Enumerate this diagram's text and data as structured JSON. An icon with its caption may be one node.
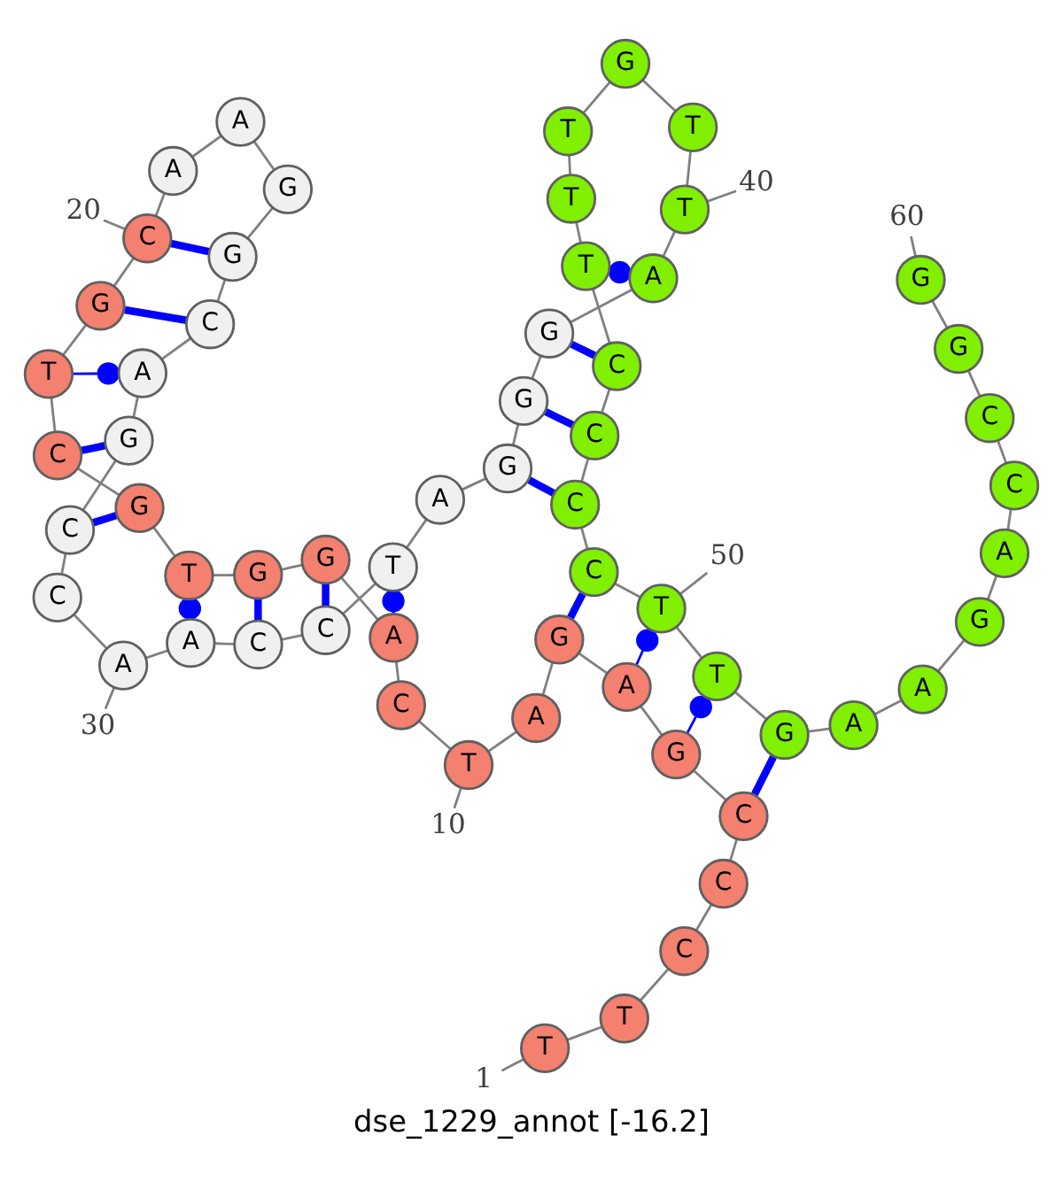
{
  "diagram": {
    "caption": "dse_1229_annot [-16.2]",
    "nodes": [
      {
        "text": [
          "T"
        ]
      },
      {
        "text": [
          "T"
        ]
      },
      {
        "text": [
          "C"
        ]
      },
      {
        "text": [
          "C"
        ]
      },
      {
        "text": [
          "C"
        ]
      },
      {
        "text": [
          "G"
        ]
      },
      {
        "text": [
          "A"
        ]
      },
      {
        "text": [
          "G"
        ]
      },
      {
        "text": [
          "A"
        ]
      },
      {
        "text": [
          "T"
        ]
      },
      {
        "text": [
          "C"
        ]
      },
      {
        "text": [
          "A"
        ]
      },
      {
        "text": [
          "G"
        ]
      },
      {
        "text": [
          "G"
        ]
      },
      {
        "text": [
          "T"
        ]
      },
      {
        "text": [
          "G"
        ]
      },
      {
        "text": [
          "C"
        ]
      },
      {
        "text": [
          "T"
        ]
      },
      {
        "text": [
          "G"
        ]
      },
      {
        "text": [
          "C"
        ]
      },
      {
        "text": [
          "A"
        ]
      },
      {
        "text": [
          "A"
        ]
      },
      {
        "text": [
          "G"
        ]
      },
      {
        "text": [
          "G"
        ]
      },
      {
        "text": [
          "C"
        ]
      },
      {
        "text": [
          "A"
        ]
      },
      {
        "text": [
          "G"
        ]
      },
      {
        "text": [
          "C"
        ]
      },
      {
        "text": [
          "C"
        ]
      },
      {
        "text": [
          "A"
        ]
      },
      {
        "text": [
          "A"
        ]
      },
      {
        "text": [
          "C"
        ]
      },
      {
        "text": [
          "C"
        ]
      },
      {
        "text": [
          "T"
        ]
      },
      {
        "text": [
          "A"
        ]
      },
      {
        "text": [
          "G"
        ]
      },
      {
        "text": [
          "G"
        ]
      },
      {
        "text": [
          "G"
        ]
      },
      {
        "text": [
          "A"
        ]
      },
      {
        "text": [
          "T"
        ]
      },
      {
        "text": [
          "T"
        ]
      },
      {
        "text": [
          "G"
        ]
      },
      {
        "text": [
          "T"
        ]
      },
      {
        "text": [
          "T"
        ]
      },
      {
        "text": [
          "T"
        ]
      },
      {
        "text": [
          "C"
        ]
      },
      {
        "text": [
          "C"
        ]
      },
      {
        "text": [
          "C"
        ]
      },
      {
        "text": [
          "C"
        ]
      },
      {
        "text": [
          "T"
        ]
      },
      {
        "text": [
          "T"
        ]
      },
      {
        "text": [
          "G"
        ]
      },
      {
        "text": [
          "A"
        ]
      },
      {
        "text": [
          "A"
        ]
      },
      {
        "text": [
          "G"
        ]
      },
      {
        "text": [
          "A"
        ]
      },
      {
        "text": [
          "C"
        ]
      },
      {
        "text": [
          "C"
        ]
      },
      {
        "text": [
          "G"
        ]
      },
      {
        "text": [
          "G"
        ]
      },
      {
        "text": [
          "1"
        ]
      },
      {
        "text": [
          "10"
        ]
      },
      {
        "text": [
          "20"
        ]
      },
      {
        "text": [
          "30"
        ]
      },
      {
        "text": [
          "40"
        ]
      },
      {
        "text": [
          "50"
        ]
      },
      {
        "text": [
          "60"
        ]
      }
    ],
    "edges": [
      {
        "from": 0,
        "to": 1,
        "arrow": "none"
      },
      {
        "from": 1,
        "to": 2,
        "arrow": "none"
      },
      {
        "from": 2,
        "to": 3,
        "arrow": "none"
      },
      {
        "from": 3,
        "to": 4,
        "arrow": "none"
      },
      {
        "from": 4,
        "to": 5,
        "arrow": "none"
      },
      {
        "from": 5,
        "to": 6,
        "arrow": "none"
      },
      {
        "from": 6,
        "to": 7,
        "arrow": "none"
      },
      {
        "from": 7,
        "to": 8,
        "arrow": "none"
      },
      {
        "from": 8,
        "to": 9,
        "arrow": "none"
      },
      {
        "from": 9,
        "to": 10,
        "arrow": "none"
      },
      {
        "from": 10,
        "to": 11,
        "arrow": "none"
      },
      {
        "from": 11,
        "to": 12,
        "arrow": "none"
      },
      {
        "from": 12,
        "to": 13,
        "arrow": "none"
      },
      {
        "from": 13,
        "to": 14,
        "arrow": "none"
      },
      {
        "from": 14,
        "to": 15,
        "arrow": "none"
      },
      {
        "from": 15,
        "to": 16,
        "arrow": "none"
      },
      {
        "from": 16,
        "to": 17,
        "arrow": "none"
      },
      {
        "from": 17,
        "to": 18,
        "arrow": "none"
      },
      {
        "from": 18,
        "to": 19,
        "arrow": "none"
      },
      {
        "from": 19,
        "to": 20,
        "arrow": "none"
      },
      {
        "from": 20,
        "to": 21,
        "arrow": "none"
      },
      {
        "from": 21,
        "to": 22,
        "arrow": "none"
      },
      {
        "from": 22,
        "to": 23,
        "arrow": "none"
      },
      {
        "from": 23,
        "to": 24,
        "arrow": "none"
      },
      {
        "from": 24,
        "to": 25,
        "arrow": "none"
      },
      {
        "from": 25,
        "to": 26,
        "arrow": "none"
      },
      {
        "from": 26,
        "to": 27,
        "arrow": "none"
      },
      {
        "from": 27,
        "to": 28,
        "arrow": "none"
      },
      {
        "from": 28,
        "to": 29,
        "arrow": "none"
      },
      {
        "from": 29,
        "to": 30,
        "arrow": "none"
      },
      {
        "from": 30,
        "to": 31,
        "arrow": "none"
      },
      {
        "from": 31,
        "to": 32,
        "arrow": "none"
      },
      {
        "from": 32,
        "to": 33,
        "arrow": "none"
      },
      {
        "from": 33,
        "to": 34,
        "arrow": "none"
      },
      {
        "from": 34,
        "to": 35,
        "arrow": "none"
      },
      {
        "from": 35,
        "to": 36,
        "arrow": "none"
      },
      {
        "from": 36,
        "to": 37,
        "arrow": "none"
      },
      {
        "from": 37,
        "to": 38,
        "arrow": "none"
      },
      {
        "from": 38,
        "to": 39,
        "arrow": "none"
      },
      {
        "from": 39,
        "to": 40,
        "arrow": "none"
      },
      {
        "from": 40,
        "to": 41,
        "arrow": "none"
      },
      {
        "from": 41,
        "to": 42,
        "arrow": "none"
      },
      {
        "from": 42,
        "to": 43,
        "arrow": "none"
      },
      {
        "from": 43,
        "to": 44,
        "arrow": "none"
      },
      {
        "from": 44,
        "to": 45,
        "arrow": "none"
      },
      {
        "from": 45,
        "to": 46,
        "arrow": "none"
      },
      {
        "from": 46,
        "to": 47,
        "arrow": "none"
      },
      {
        "from": 47,
        "to": 48,
        "arrow": "none"
      },
      {
        "from": 48,
        "to": 49,
        "arrow": "none"
      },
      {
        "from": 49,
        "to": 50,
        "arrow": "none"
      },
      {
        "from": 50,
        "to": 51,
        "arrow": "none"
      },
      {
        "from": 51,
        "to": 52,
        "arrow": "none"
      },
      {
        "from": 52,
        "to": 53,
        "arrow": "none"
      },
      {
        "from": 53,
        "to": 54,
        "arrow": "none"
      },
      {
        "from": 54,
        "to": 55,
        "arrow": "none"
      },
      {
        "from": 55,
        "to": 56,
        "arrow": "none"
      },
      {
        "from": 56,
        "to": 57,
        "arrow": "none"
      },
      {
        "from": 57,
        "to": 58,
        "arrow": "none"
      },
      {
        "from": 58,
        "to": 59,
        "arrow": "none"
      },
      {
        "from": 19,
        "to": 23,
        "arrow": "none",
        "style": "thick",
        "color": "#0000ff"
      },
      {
        "from": 18,
        "to": 24,
        "arrow": "none",
        "style": "thick",
        "color": "#0000ff"
      },
      {
        "from": 17,
        "to": 25,
        "arrow": "other",
        "color": "#0000ff"
      },
      {
        "from": 16,
        "to": 26,
        "arrow": "none",
        "style": "thick",
        "color": "#0000ff"
      },
      {
        "from": 15,
        "to": 27,
        "arrow": "none",
        "style": "thick",
        "color": "#0000ff"
      },
      {
        "from": 14,
        "to": 30,
        "arrow": "other",
        "color": "#0000ff"
      },
      {
        "from": 13,
        "to": 31,
        "arrow": "none",
        "style": "thick",
        "color": "#0000ff"
      },
      {
        "from": 12,
        "to": 32,
        "arrow": "none",
        "style": "thick",
        "color": "#0000ff"
      },
      {
        "from": 11,
        "to": 33,
        "arrow": "other",
        "color": "#0000ff"
      },
      {
        "from": 35,
        "to": 47,
        "arrow": "none",
        "style": "thick",
        "color": "#0000ff"
      },
      {
        "from": 36,
        "to": 46,
        "arrow": "none",
        "style": "thick",
        "color": "#0000ff"
      },
      {
        "from": 37,
        "to": 45,
        "arrow": "none",
        "style": "thick",
        "color": "#0000ff"
      },
      {
        "from": 38,
        "to": 44,
        "arrow": "other",
        "color": "#0000ff"
      },
      {
        "from": 7,
        "to": 48,
        "arrow": "none",
        "style": "thick",
        "color": "#0000ff"
      },
      {
        "from": 6,
        "to": 49,
        "arrow": "other",
        "color": "#0000ff"
      },
      {
        "from": 5,
        "to": 50,
        "arrow": "other",
        "color": "#0000ff"
      },
      {
        "from": 4,
        "to": 51,
        "arrow": "none",
        "style": "thick",
        "color": "#0000ff"
      },
      {
        "from": 60,
        "to": 0,
        "arrow": "none"
      },
      {
        "from": 61,
        "to": 9,
        "arrow": "none"
      },
      {
        "from": 62,
        "to": 19,
        "arrow": "none"
      },
      {
        "from": 63,
        "to": 29,
        "arrow": "none"
      },
      {
        "from": 64,
        "to": 39,
        "arrow": "none"
      },
      {
        "from": 65,
        "to": 49,
        "arrow": "none"
      },
      {
        "from": 66,
        "to": 59,
        "arrow": "none"
      }
    ]
  }
}
